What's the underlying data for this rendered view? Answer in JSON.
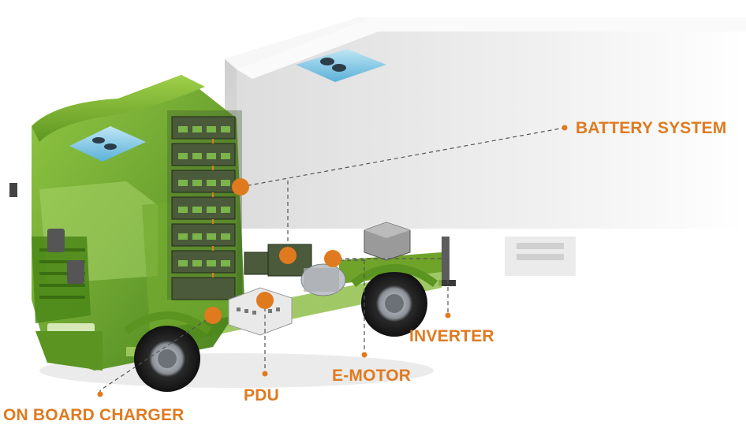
{
  "diagram": {
    "accent_color": "#e07a1f",
    "cab_color": "#6fa32a",
    "trailer_color": "#eeeeee",
    "labels": {
      "battery_system": "BATTERY SYSTEM",
      "inverter": "INVERTER",
      "e_motor": "E-MOTOR",
      "pdu": "PDU",
      "on_board_charger": "ON BOARD CHARGER"
    }
  }
}
